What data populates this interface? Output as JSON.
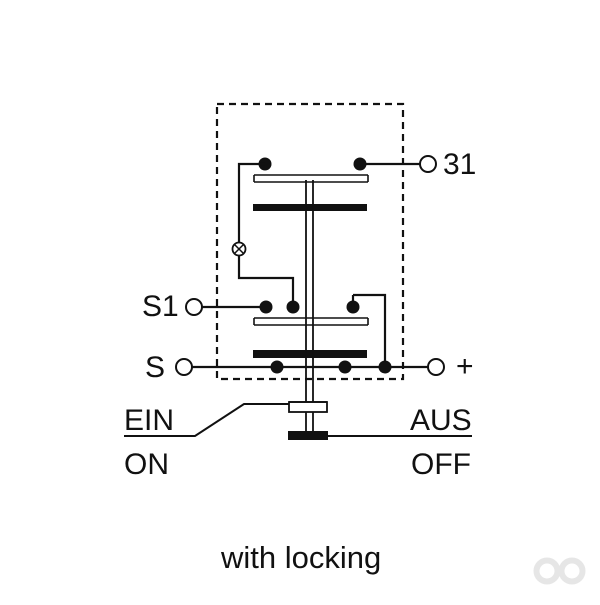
{
  "diagram": {
    "terminals": {
      "t31": "31",
      "s1": "S1",
      "s": "S",
      "plus": "+"
    },
    "switch_positions": {
      "on_de": "EIN",
      "on_en": "ON",
      "off_de": "AUS",
      "off_en": "OFF"
    },
    "caption": "with locking",
    "lamp_icon": "lamp-icon",
    "logo_icon": "infinity-logo-icon",
    "colors": {
      "line": "#111111",
      "logo": "#e6e6e6",
      "background": "#ffffff"
    }
  }
}
